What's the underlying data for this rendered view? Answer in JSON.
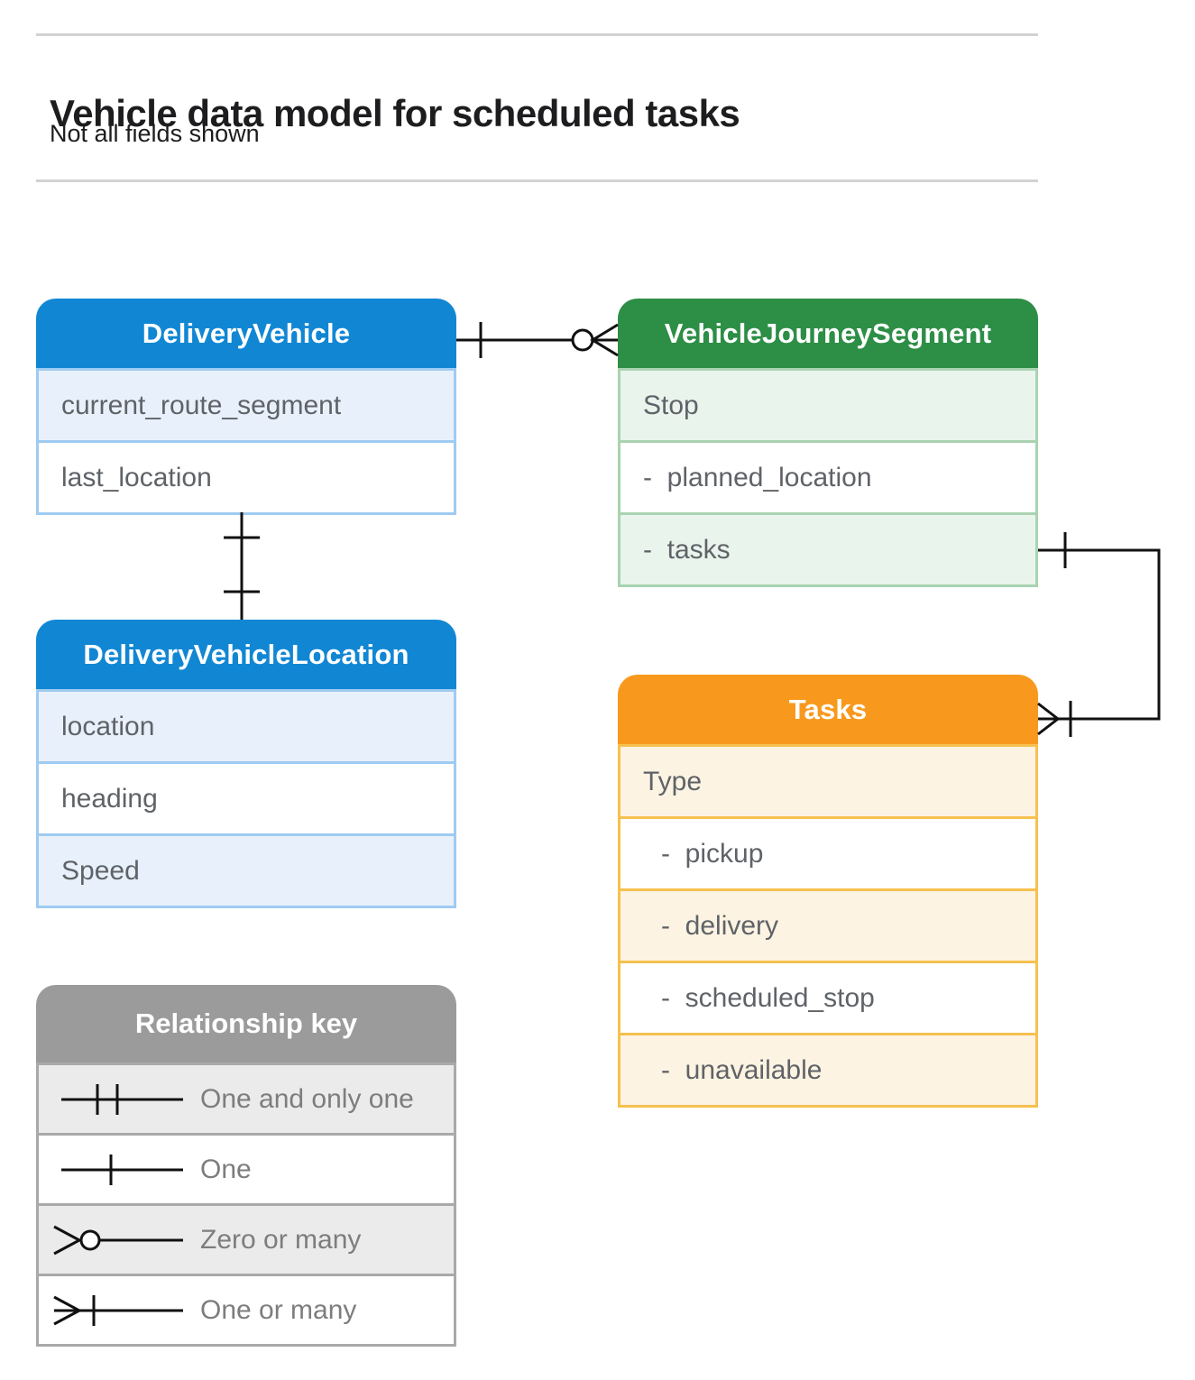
{
  "page": {
    "title": "Vehicle data model for scheduled tasks",
    "subtitle": "Not all fields shown"
  },
  "entities": [
    {
      "name": "DeliveryVehicle",
      "fields": [
        "current_route_segment",
        "last_location"
      ]
    },
    {
      "name": "VehicleJourneySegment",
      "fields": [
        "Stop",
        "-  planned_location",
        "-  tasks"
      ]
    },
    {
      "name": "DeliveryVehicleLocation",
      "fields": [
        "location",
        "heading",
        "Speed"
      ]
    },
    {
      "name": "Tasks",
      "fields": [
        "Type",
        "-  pickup",
        "-  delivery",
        "-  scheduled_stop",
        "-  unavailable"
      ]
    }
  ],
  "relationships": [
    {
      "from": "DeliveryVehicle",
      "to": "VehicleJourneySegment",
      "from_cardinality": "one",
      "to_cardinality": "zero-or-many"
    },
    {
      "from": "DeliveryVehicle",
      "to": "DeliveryVehicleLocation",
      "from_cardinality": "one",
      "to_cardinality": "one"
    },
    {
      "from": "VehicleJourneySegment.tasks",
      "to": "Tasks",
      "from_cardinality": "one",
      "to_cardinality": "one-or-many"
    }
  ],
  "legend": {
    "title": "Relationship key",
    "items": [
      {
        "symbol": "one-and-only-one",
        "label": "One and only one"
      },
      {
        "symbol": "one",
        "label": "One"
      },
      {
        "symbol": "zero-or-many",
        "label": "Zero or many"
      },
      {
        "symbol": "one-or-many",
        "label": "One or many"
      }
    ]
  },
  "colors": {
    "blue_header": "#1187d4",
    "blue_row": "#e8f1fb",
    "blue_border": "#9fcbf1",
    "green_header": "#2d8e46",
    "green_row": "#e9f4ec",
    "green_border": "#a9d3b1",
    "orange_header": "#f8991d",
    "orange_row": "#fdf3e2",
    "orange_border": "#f6c14f",
    "gray_header": "#9b9b9b",
    "gray_row": "#ebebeb",
    "gray_border": "#a9a9a9",
    "field_text": "#5f6368",
    "connector": "#111111"
  }
}
